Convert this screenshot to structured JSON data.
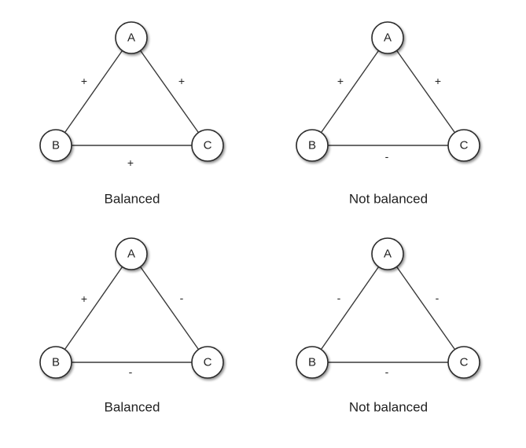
{
  "diagrams": [
    {
      "caption": "Balanced",
      "nodes": {
        "a": "A",
        "b": "B",
        "c": "C"
      },
      "signs": {
        "ab": "+",
        "ac": "+",
        "bc": "+"
      }
    },
    {
      "caption": "Not balanced",
      "nodes": {
        "a": "A",
        "b": "B",
        "c": "C"
      },
      "signs": {
        "ab": "+",
        "ac": "+",
        "bc": "-"
      }
    },
    {
      "caption": "Balanced",
      "nodes": {
        "a": "A",
        "b": "B",
        "c": "C"
      },
      "signs": {
        "ab": "+",
        "ac": "-",
        "bc": "-"
      }
    },
    {
      "caption": "Not balanced",
      "nodes": {
        "a": "A",
        "b": "B",
        "c": "C"
      },
      "signs": {
        "ab": "-",
        "ac": "-",
        "bc": "-"
      }
    }
  ]
}
